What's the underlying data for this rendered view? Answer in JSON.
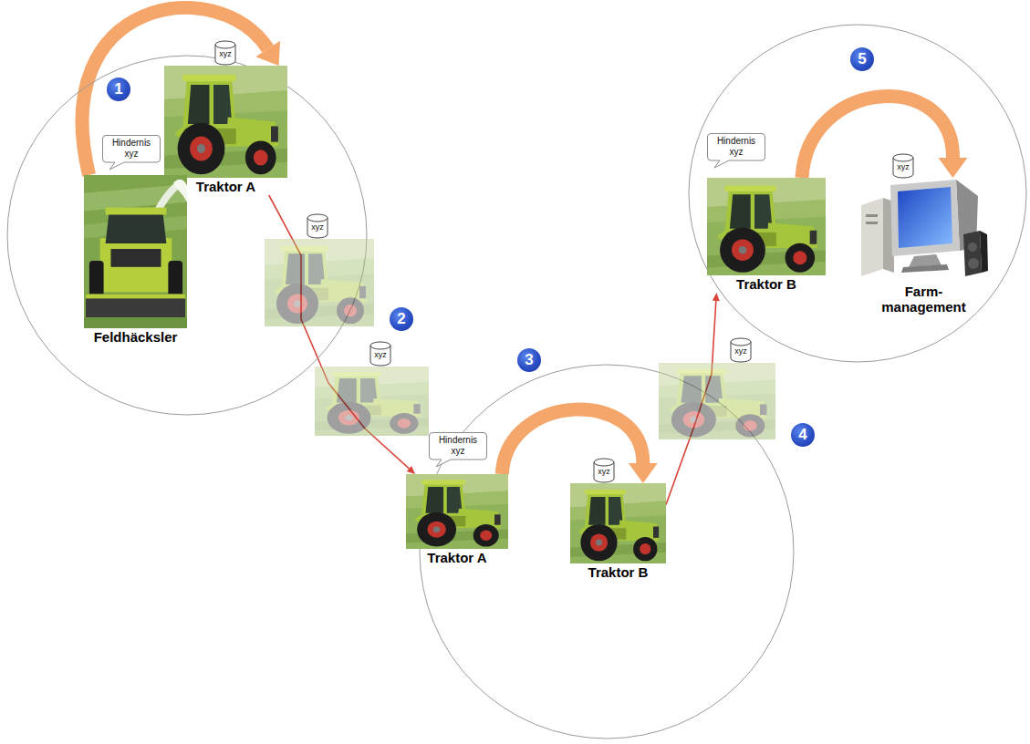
{
  "diagram": {
    "nodes": [
      {
        "text": [
          "Traktor A"
        ]
      },
      {
        "text": [
          "Feldhäcksler"
        ]
      },
      {
        "text": [
          "Traktor A"
        ]
      },
      {
        "text": [
          "Traktor B"
        ]
      },
      {
        "text": [
          "Traktor B"
        ]
      },
      {
        "text": [
          "Farm- management"
        ]
      }
    ],
    "edges": [
      {
        "from": 1,
        "to": 0,
        "arrow": "to"
      },
      {
        "from": 0,
        "to": 2,
        "arrow": "to"
      },
      {
        "from": 2,
        "to": 3,
        "arrow": "to"
      },
      {
        "from": 3,
        "to": 4,
        "arrow": "to"
      },
      {
        "from": 4,
        "to": 5,
        "arrow": "to"
      }
    ],
    "labels": [
      "1",
      "Hindernis xyz",
      "xyz",
      "xyz",
      "2",
      "xyz",
      "3",
      "Hindernis xyz",
      "xyz",
      "xyz",
      "4",
      "5",
      "Hindernis xyz",
      "xyz"
    ]
  }
}
